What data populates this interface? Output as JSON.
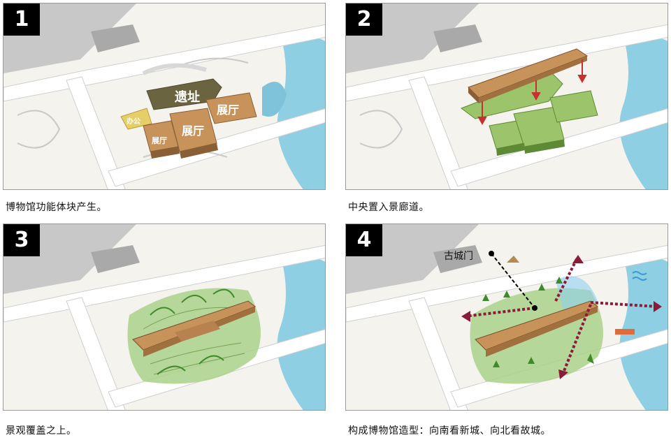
{
  "panels": [
    {
      "number": "1",
      "caption": "博物馆功能体块产生。",
      "labels": {
        "site": "遗址",
        "office": "办公",
        "hall_a": "展厅",
        "hall_b": "展厅",
        "hall_c": "展厅"
      }
    },
    {
      "number": "2",
      "caption": "中央置入景廊道。"
    },
    {
      "number": "3",
      "caption": "景观覆盖之上。"
    },
    {
      "number": "4",
      "caption": "构成博物馆造型：向南看新城、向北看故城。",
      "labels": {
        "old_gate": "古城门"
      }
    }
  ],
  "colors": {
    "bronze": "#c8935a",
    "green": "#9cc46a",
    "olive": "#6b6440",
    "arrow_red": "#8a1c3a",
    "water": "#8fcfe3",
    "office_yellow": "#e6cf66"
  }
}
